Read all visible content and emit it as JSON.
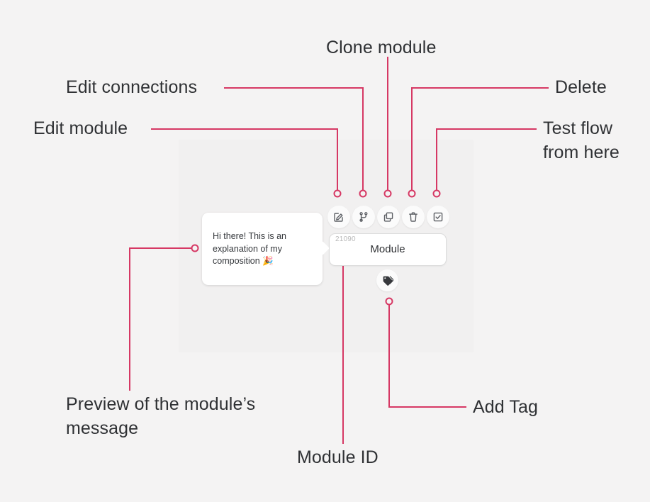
{
  "canvas": {
    "background_color": "#f4f3f3",
    "panel_color": "#f1f0f0",
    "accent_color": "#d63864"
  },
  "module": {
    "id": "21090",
    "title": "Module"
  },
  "preview": {
    "message": "Hi there! This is an explanation of my composition 🎉"
  },
  "toolbar": {
    "buttons": [
      {
        "name": "edit-module",
        "icon": "edit-square-pencil-icon"
      },
      {
        "name": "edit-connections",
        "icon": "branch-icon"
      },
      {
        "name": "clone-module",
        "icon": "copy-icon"
      },
      {
        "name": "delete-module",
        "icon": "trash-icon"
      },
      {
        "name": "test-flow",
        "icon": "checkbox-check-icon"
      }
    ]
  },
  "tag_button": {
    "icon": "tag-icon"
  },
  "annotations": {
    "edit_module": "Edit module",
    "edit_connections": "Edit connections",
    "clone_module": "Clone module",
    "delete": "Delete",
    "test_flow": "Test flow\nfrom here",
    "preview": "Preview of the module’s\nmessage",
    "module_id": "Module ID",
    "add_tag": "Add Tag"
  }
}
